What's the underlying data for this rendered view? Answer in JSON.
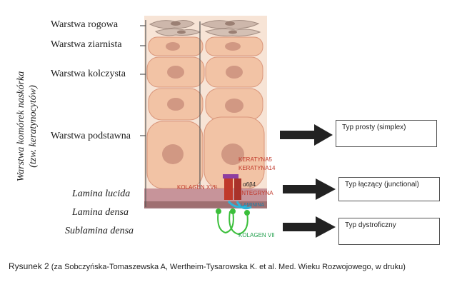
{
  "diagram": {
    "side_title_line1": "Warstwa komórek naskórka",
    "side_title_line2": "(tzw. keratynocytów)",
    "layers": {
      "rogowa": "Warstwa rogowa",
      "ziarnista": "Warstwa ziarnista",
      "kolczysta": "Warstwa kolczysta",
      "podstawna": "Warstwa podstawna",
      "lucida": "Lamina lucida",
      "densa": "Lamina densa",
      "sublamina": "Sublamina densa"
    },
    "molecules": {
      "keratyna5": "KERATYNA5",
      "keratyna14": "KERATYNA14",
      "kolagen17": "KOLAGEN XVII",
      "a6b4": "α6β4",
      "integryna": "INTEGRYNA",
      "laminina": "LAMININA",
      "kolagen7": "KOLAGEN VII"
    },
    "types": {
      "simplex": "Typ prosty (simplex)",
      "junctional": "Typ łączący (junctional)",
      "dystroficzny": "Typ dystroficzny"
    }
  },
  "caption": {
    "lead": "Rysunek 2",
    "text": " (za Sobczyńska-Tomaszewska A, Wertheim-Tysarowska K. et al.  Med. Wieku Rozwojowego, w druku)"
  },
  "colors": {
    "cell_fill": "#f2c3a5",
    "cell_stroke": "#d9957a",
    "nucleus": "#d19883",
    "horny": "#cdb7ab",
    "dermis": "#bfa39a",
    "lamina_lucida": "#b77a85",
    "collagen_vii": "#3bbf3b",
    "laminin": "#2fb3d8",
    "arrow": "#222222"
  }
}
